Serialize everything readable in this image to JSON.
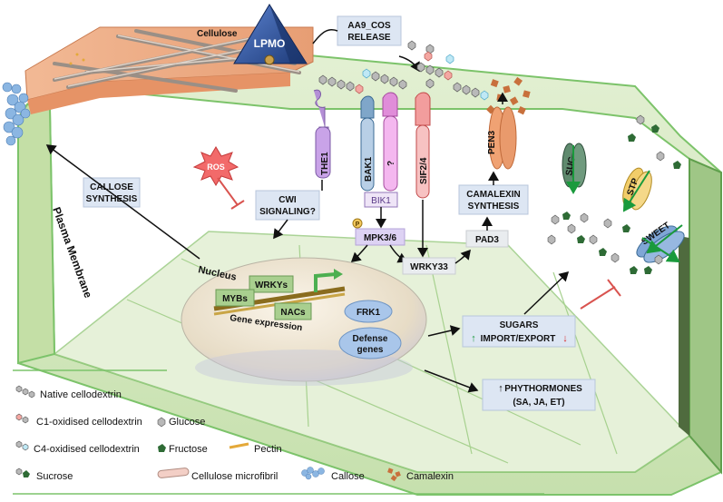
{
  "labels": {
    "cellulose": "Cellulose",
    "lpmo": "LPMO",
    "aa9_line1": "AA9_COS",
    "aa9_line2": "RELEASE",
    "ros": "ROS",
    "the1": "THE1",
    "bak1": "BAK1",
    "unknown": "?",
    "sif": "SIF2/4",
    "bik1": "BIK1",
    "pen3": "PEN3",
    "phospho": "P",
    "callose_line1": "CALLOSE",
    "callose_line2": "SYNTHESIS",
    "cwi_line1": "CWI",
    "cwi_line2": "SIGNALING?",
    "mpk": "MPK3/6",
    "wrky33": "WRKY33",
    "pad3": "PAD3",
    "camalexin_line1": "CAMALEXIN",
    "camalexin_line2": "SYNTHESIS",
    "plasma_membrane": "Plasma Membrane",
    "nucleus": "Nucleus",
    "wrkys": "WRKYs",
    "mybs": "MYBs",
    "nacs": "NACs",
    "gene_expression": "Gene expression",
    "frk1": "FRK1",
    "defense_line1": "Defense",
    "defense_line2": "genes",
    "sugars_line1": "SUGARS",
    "sugars_import": "IMPORT/EXPORT",
    "suc": "SUC",
    "stp": "STP",
    "sweet": "SWEET",
    "phyto_line1": "PHYTHORMONES",
    "phyto_line2": "(SA, JA, ET)",
    "up_arrow": "↑",
    "down_arrow": "↓"
  },
  "legend": [
    {
      "key": "native",
      "label": "Native cellodextrin"
    },
    {
      "key": "c1",
      "label": "C1-oxidised cellodextrin"
    },
    {
      "key": "glucose",
      "label": "Glucose"
    },
    {
      "key": "c4",
      "label": "C4-oxidised cellodextrin"
    },
    {
      "key": "fructose",
      "label": "Fructose"
    },
    {
      "key": "pectin",
      "label": "Pectin"
    },
    {
      "key": "sucrose",
      "label": "Sucrose"
    },
    {
      "key": "microfibril",
      "label": "Cellulose microfibril"
    },
    {
      "key": "callose",
      "label": "Callose"
    },
    {
      "key": "camalexin",
      "label": "Camalexin"
    }
  ],
  "colors": {
    "cell_green": "#cfe6b8",
    "membrane_green": "#7cc36a",
    "wall_orange": "#e9a880",
    "lpmo_blue": "#2c4f9c",
    "label_box": "#dde6f3",
    "ros_red": "#f26a6a",
    "inhibit_red": "#d9534f",
    "nucleus_fill": "#efe6d4",
    "frk_blue": "#a9c6ea",
    "camalexin_brown": "#c8703c",
    "fructose_green": "#2e6b35",
    "glucose_grey": "#a8a8a8",
    "pen3_orange": "#e99a6c",
    "arrow_green": "#1a9a3c",
    "arrow_red": "#d92b2b"
  }
}
